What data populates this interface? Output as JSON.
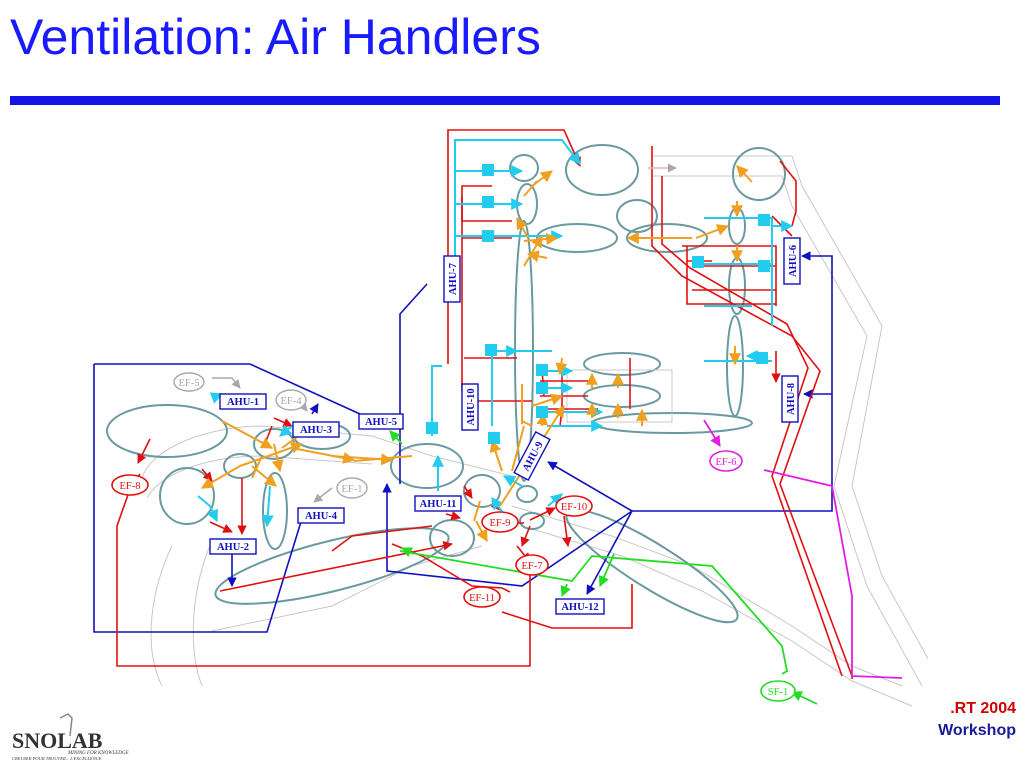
{
  "slide": {
    "title": "Ventilation: Air Handlers",
    "footer_line1": ".RT 2004",
    "footer_line2": "Workshop"
  },
  "logo": {
    "name": "SNOLAB",
    "tagline1": "MINING FOR KNOWLEDGE",
    "tagline2": "CREUSER POUR TROUVER... L'EXCELLENCE"
  },
  "diagram": {
    "labels": {
      "ahu1": "AHU-1",
      "ahu2": "AHU-2",
      "ahu3": "AHU-3",
      "ahu4": "AHU-4",
      "ahu5": "AHU-5",
      "ahu6": "AHU-6",
      "ahu7": "AHU-7",
      "ahu8": "AHU-8",
      "ahu9": "AHU-9",
      "ahu10": "AHU-10",
      "ahu11": "AHU-11",
      "ahu12": "AHU-12",
      "ef1": "EF-1",
      "ef4": "EF-4",
      "ef5": "EF-5",
      "ef6": "EF-6",
      "ef7": "EF-7",
      "ef8": "EF-8",
      "ef9": "EF-9",
      "ef10": "EF-10",
      "ef11": "EF-11",
      "sf1": "SF-1"
    },
    "colors": {
      "supply_duct": "#1010c0",
      "exhaust_duct": "#e01010",
      "supply_air": "#22ccee",
      "mixed_air": "#f0a020",
      "fresh_air": "#22dd22",
      "ef6_duct": "#e020e0",
      "inactive": "#a8a8a8",
      "cavern": "#6a9aa0"
    }
  }
}
